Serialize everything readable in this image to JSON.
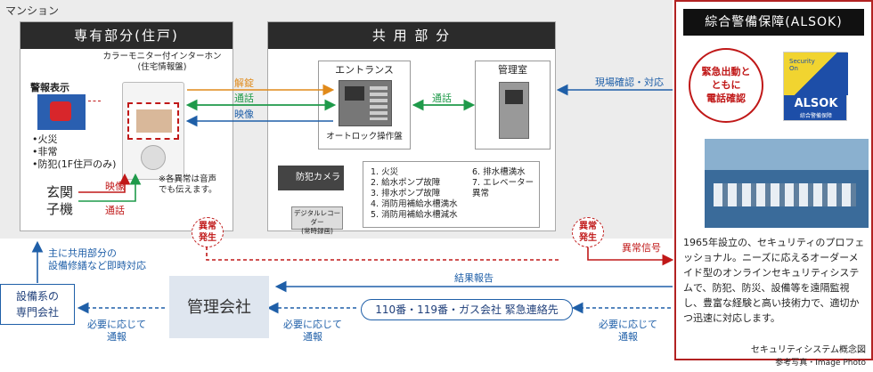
{
  "mansion": {
    "label": "マンション"
  },
  "private_area": {
    "title": "専有部分(住戸)",
    "intercom_caption": "カラーモニター付インターホン\n(住宅情報盤)",
    "alarm_title": "警報表示",
    "alarm_items": [
      "•火災",
      "•非常",
      "•防犯(1F住戸のみ)"
    ],
    "note": "※各異常は音声\nでも伝えます。",
    "entrance_unit": "玄関\n子機",
    "video_label": "映像",
    "call_label": "通話"
  },
  "common_area": {
    "title": "共 用 部 分",
    "entrance": "エントランス",
    "autolock": "オートロック操作盤",
    "manager_room": "管理室",
    "call_label": "通話",
    "camera": "防犯カメラ",
    "recorder": "デジタルレコーダー\n(常時録画)",
    "fault_list_left": [
      "1. 火災",
      "2. 給水ポンプ故障",
      "3. 排水ポンプ故障",
      "4. 消防用補給水槽満水",
      "5. 消防用補給水槽減水"
    ],
    "fault_list_right": [
      "6. 排水槽満水",
      "7. エレベーター異常"
    ]
  },
  "signals": {
    "unlock": "解錠",
    "call": "通話",
    "video": "映像",
    "site_check": "現場確認・対応",
    "abnormal": "異常信号",
    "result_report": "結果報告",
    "abnormal_badge": "異常\n発生"
  },
  "alsok": {
    "title": "綜合警備保障(ALSOK)",
    "emergency": "緊急出動と\nともに\n電話確認",
    "logo_top": "Security\nOn",
    "logo_name": "ALSOK",
    "logo_sub": "綜合警備保障",
    "description": "1965年設立の、セキュリティのプロフェッショナル。ニーズに応えるオーダーメイド型のオンラインセキュリティシステムで、防犯、防災、設備等を遠隔監視し、豊富な経験と高い技術力で、適切かつ迅速に対応します。"
  },
  "bottom": {
    "specialist": "設備系の\n専門会社",
    "specialist_note": "主に共用部分の\n設備修繕など即時対応",
    "management": "管理会社",
    "emergency_contacts": "110番・119番・ガス会社  緊急連絡先",
    "notify_as_needed": "必要に応じて\n通報"
  },
  "footer": {
    "caption": "セキュリティシステム概念図",
    "photo_note": "参考写真・Image Photo"
  },
  "colors": {
    "red": "#c01818",
    "blue": "#1f5fa8",
    "green": "#1f9a4a",
    "orange": "#e08a1a"
  }
}
